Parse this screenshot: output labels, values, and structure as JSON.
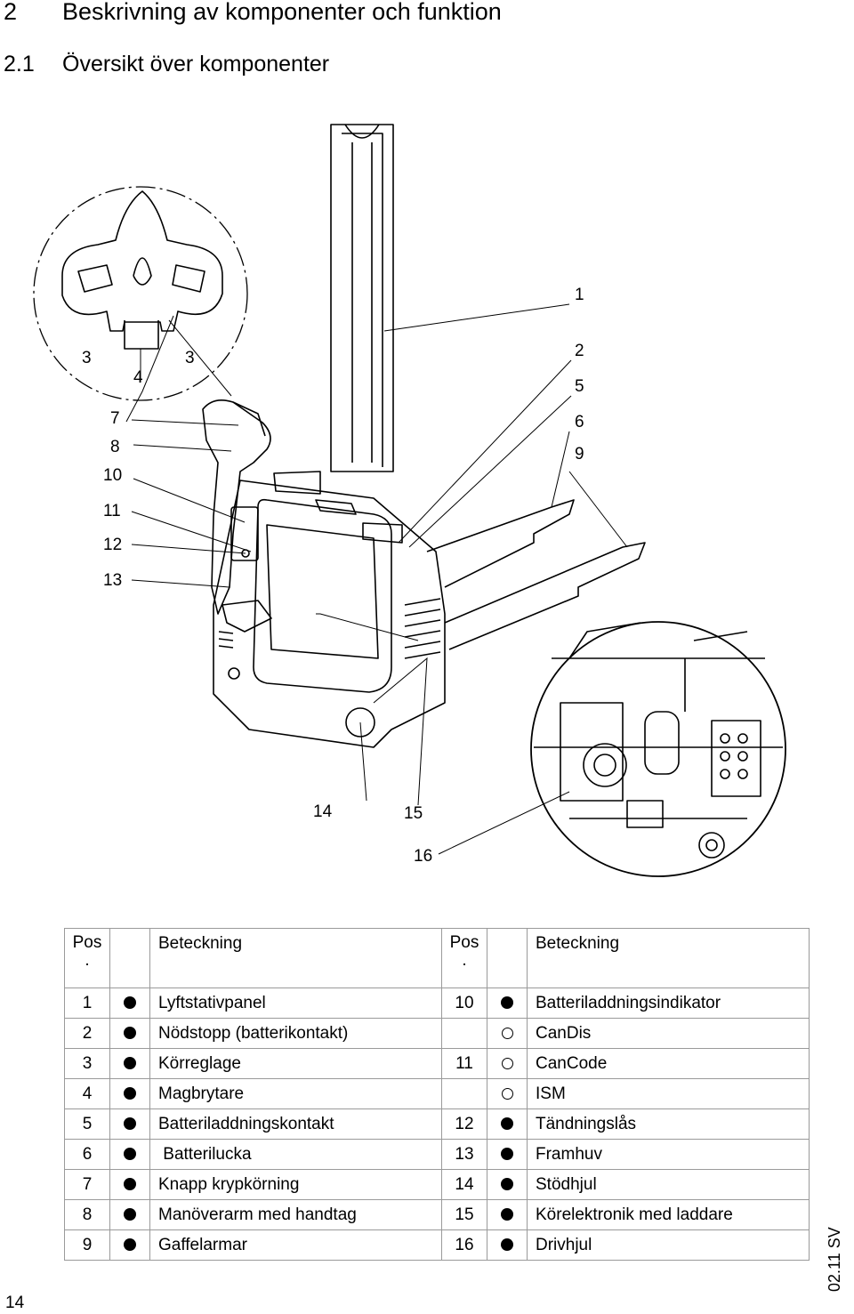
{
  "heading": {
    "number": "2",
    "title": "Beskrivning av komponenter och funktion"
  },
  "subheading": {
    "number": "2.1",
    "title": "Översikt över komponenter"
  },
  "diagram": {
    "callouts": [
      "1",
      "2",
      "5",
      "6",
      "9",
      "3",
      "4",
      "3",
      "7",
      "8",
      "10",
      "11",
      "12",
      "13",
      "14",
      "15",
      "16"
    ]
  },
  "table": {
    "header": {
      "pos": "Pos",
      "pos_dot": ".",
      "label": "Beteckning"
    },
    "left": [
      {
        "pos": "1",
        "mark": "filled",
        "label": "Lyftstativpanel"
      },
      {
        "pos": "2",
        "mark": "filled",
        "label": "Nödstopp (batterikontakt)"
      },
      {
        "pos": "3",
        "mark": "filled",
        "label": "Körreglage"
      },
      {
        "pos": "4",
        "mark": "filled",
        "label": "Magbrytare"
      },
      {
        "pos": "5",
        "mark": "filled",
        "label": "Batteriladdningskontakt"
      },
      {
        "pos": "6",
        "mark": "filled",
        "label": " Batterilucka"
      },
      {
        "pos": "7",
        "mark": "filled",
        "label": "Knapp krypkörning"
      },
      {
        "pos": "8",
        "mark": "filled",
        "label": "Manöverarm med handtag"
      },
      {
        "pos": "9",
        "mark": "filled",
        "label": "Gaffelarmar"
      }
    ],
    "right": [
      {
        "pos": "10",
        "mark": "filled",
        "label": "Batteriladdningsindikator"
      },
      {
        "pos": "",
        "mark": "open",
        "label": "CanDis"
      },
      {
        "pos": "11",
        "mark": "open",
        "label": "CanCode"
      },
      {
        "pos": "",
        "mark": "open",
        "label": "ISM"
      },
      {
        "pos": "12",
        "mark": "filled",
        "label": "Tändningslås"
      },
      {
        "pos": "13",
        "mark": "filled",
        "label": "Framhuv"
      },
      {
        "pos": "14",
        "mark": "filled",
        "label": "Stödhjul"
      },
      {
        "pos": "15",
        "mark": "filled",
        "label": "Körelektronik med laddare"
      },
      {
        "pos": "16",
        "mark": "filled",
        "label": "Drivhjul"
      }
    ]
  },
  "footer": {
    "page_number": "14",
    "edition": "02.11 SV"
  }
}
